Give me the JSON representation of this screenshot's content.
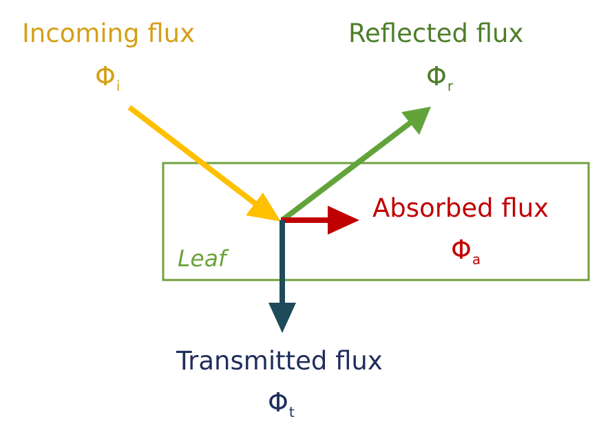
{
  "colors": {
    "incoming": "#D4A017",
    "incoming_arrow": "#FFC000",
    "reflected": "#4E7E2A",
    "reflected_arrow": "#62A33A",
    "absorbed": "#C00000",
    "transmitted": "#1F2D5A",
    "transmitted_arrow": "#1E4A5A",
    "leaf_border": "#70A03C",
    "leaf_label": "#6BA23A"
  },
  "incoming": {
    "label": "Incoming flux",
    "symbol": "Φ",
    "subscript": "i"
  },
  "reflected": {
    "label": "Reflected flux",
    "symbol": "Φ",
    "subscript": "r"
  },
  "absorbed": {
    "label": "Absorbed flux",
    "symbol": "Φ",
    "subscript": "a"
  },
  "transmitted": {
    "label": "Transmitted flux",
    "symbol": "Φ",
    "subscript": "t"
  },
  "leaf": {
    "label": "Leaf"
  }
}
